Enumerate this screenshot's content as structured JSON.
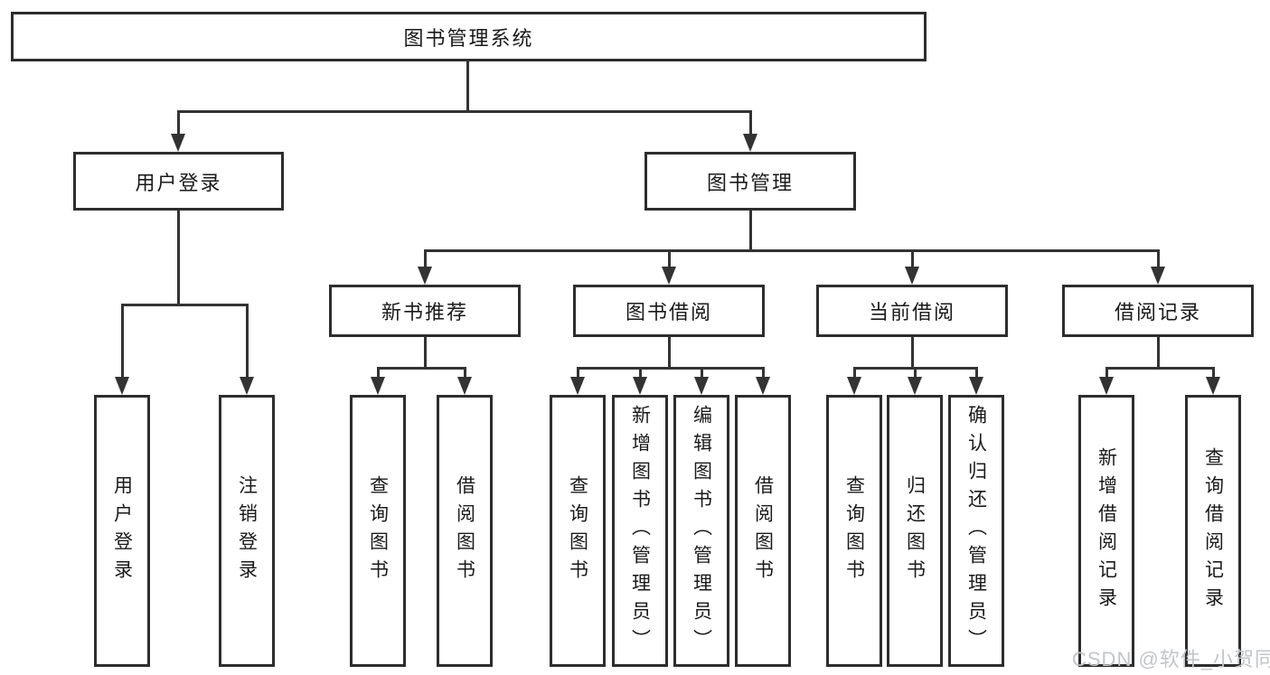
{
  "colors": {
    "line": "#333333",
    "box_border": "#2d2d2d",
    "text": "#1a1a1a",
    "watermark": "#c2c5c9",
    "background": "#ffffff"
  },
  "tree": {
    "root": {
      "label": "图书管理系统",
      "children": [
        {
          "label": "用户登录",
          "children": [
            {
              "label": "用户登录"
            },
            {
              "label": "注销登录"
            }
          ]
        },
        {
          "label": "图书管理",
          "children": [
            {
              "label": "新书推荐",
              "children": [
                {
                  "label": "查询图书"
                },
                {
                  "label": "借阅图书"
                }
              ]
            },
            {
              "label": "图书借阅",
              "children": [
                {
                  "label": "查询图书"
                },
                {
                  "label": "新增图书（管理员）"
                },
                {
                  "label": "编辑图书（管理员）"
                },
                {
                  "label": "借阅图书"
                }
              ]
            },
            {
              "label": "当前借阅",
              "children": [
                {
                  "label": "查询图书"
                },
                {
                  "label": "归还图书"
                },
                {
                  "label": "确认归还（管理员）"
                }
              ]
            },
            {
              "label": "借阅记录",
              "children": [
                {
                  "label": "新增借阅记录"
                },
                {
                  "label": "查询借阅记录"
                }
              ]
            }
          ]
        }
      ]
    }
  },
  "watermark": {
    "text": "CSDN @软件_小贺同学"
  }
}
